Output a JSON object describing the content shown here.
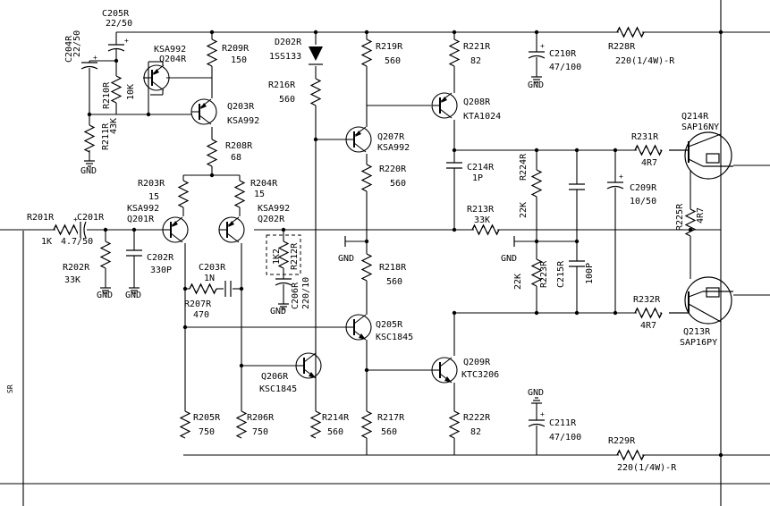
{
  "components": {
    "C205R": {
      "ref": "C205R",
      "value": "22/50"
    },
    "C204R": {
      "ref": "C204R",
      "value": "22/50"
    },
    "R210R": {
      "ref": "R210R",
      "value": "10K"
    },
    "R211R": {
      "ref": "R211R",
      "value": "43K"
    },
    "Q204R": {
      "ref": "Q204R",
      "value": "KSA992"
    },
    "R209R": {
      "ref": "R209R",
      "value": "150"
    },
    "Q203R": {
      "ref": "Q203R",
      "value": "KSA992"
    },
    "R208R": {
      "ref": "R208R",
      "value": "68"
    },
    "D202R": {
      "ref": "D202R",
      "value": "1SS133"
    },
    "R216R": {
      "ref": "R216R",
      "value": "560"
    },
    "R219R": {
      "ref": "R219R",
      "value": "560"
    },
    "R221R": {
      "ref": "R221R",
      "value": "82"
    },
    "C210R": {
      "ref": "C210R",
      "value": "47/100"
    },
    "R228R": {
      "ref": "R228R",
      "value": "220(1/4W)-R"
    },
    "Q208R": {
      "ref": "Q208R",
      "value": "KTA1024"
    },
    "Q207R": {
      "ref": "Q207R",
      "value": "KSA992"
    },
    "Q214R": {
      "ref": "Q214R",
      "value": "SAP16NY"
    },
    "R231R": {
      "ref": "R231R",
      "value": "4R7"
    },
    "R220R": {
      "ref": "R220R",
      "value": "560"
    },
    "C214R": {
      "ref": "C214R",
      "value": "1P"
    },
    "R224R": {
      "ref": "R224R",
      "value": "22K"
    },
    "C209R": {
      "ref": "C209R",
      "value": "10/50"
    },
    "R203R": {
      "ref": "R203R",
      "value": "15"
    },
    "R204R": {
      "ref": "R204R",
      "value": "15"
    },
    "Q201R": {
      "ref": "Q201R",
      "value": "KSA992"
    },
    "Q202R": {
      "ref": "Q202R",
      "value": "KSA992"
    },
    "R201R": {
      "ref": "R201R",
      "value": "1K"
    },
    "C201R": {
      "ref": "C201R",
      "value": "4.7/50"
    },
    "R202R": {
      "ref": "R202R",
      "value": "33K"
    },
    "C202R": {
      "ref": "C202R",
      "value": "330P"
    },
    "R212R": {
      "ref": "R212R",
      "value": "1K2"
    },
    "R213R": {
      "ref": "R213R",
      "value": "33K"
    },
    "R225R": {
      "ref": "R225R",
      "value": "4R7"
    },
    "C203R": {
      "ref": "C203R",
      "value": "1N"
    },
    "R207R": {
      "ref": "R207R",
      "value": "470"
    },
    "C206R": {
      "ref": "C206R",
      "value": "220/10"
    },
    "R218R": {
      "ref": "R218R",
      "value": "560"
    },
    "R223R": {
      "ref": "R223R",
      "value": "22K"
    },
    "C215R": {
      "ref": "C215R",
      "value": "100P"
    },
    "R232R": {
      "ref": "R232R",
      "value": "4R7"
    },
    "Q213R": {
      "ref": "Q213R",
      "value": "SAP16PY"
    },
    "Q205R": {
      "ref": "Q205R",
      "value": "KSC1845"
    },
    "Q206R": {
      "ref": "Q206R",
      "value": "KSC1845"
    },
    "Q209R": {
      "ref": "Q209R",
      "value": "KTC3206"
    },
    "C211R": {
      "ref": "C211R",
      "value": "47/100"
    },
    "R205R": {
      "ref": "R205R",
      "value": "750"
    },
    "R206R": {
      "ref": "R206R",
      "value": "750"
    },
    "R214R": {
      "ref": "R214R",
      "value": "560"
    },
    "R217R": {
      "ref": "R217R",
      "value": "560"
    },
    "R222R": {
      "ref": "R222R",
      "value": "82"
    },
    "R229R": {
      "ref": "R229R",
      "value": "220(1/4W)-R"
    }
  },
  "labels": {
    "gnd": "GND",
    "side_mark": "SR"
  }
}
